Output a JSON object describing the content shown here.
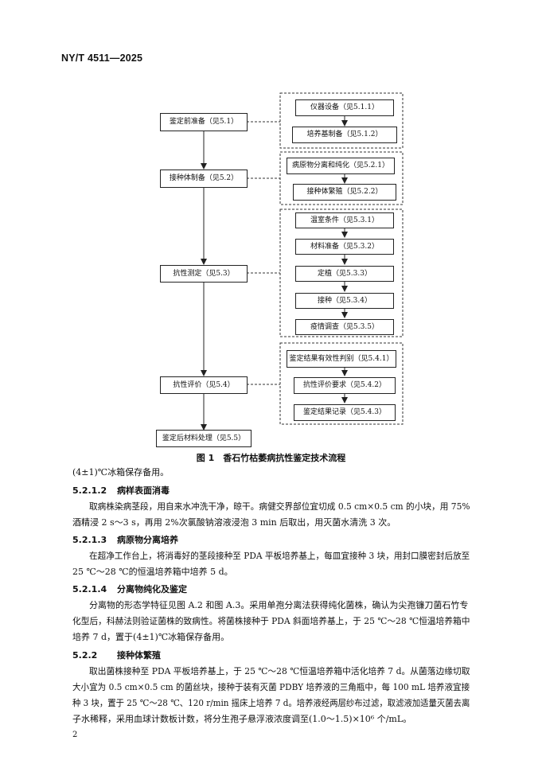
{
  "header": {
    "standard_code": "NY/T 4511—2025"
  },
  "flowchart": {
    "main_steps": [
      "鉴定前准备（见5.1）",
      "接种体制备（见5.2）",
      "抗性测定（见5.3）",
      "抗性评价（见5.4）",
      "鉴定后材料处理（见5.5）"
    ],
    "groups": [
      [
        "仪器设备（见5.1.1）",
        "培养基制备（见5.1.2）"
      ],
      [
        "病原物分离和纯化（见5.2.1）",
        "接种体繁殖（见5.2.2）"
      ],
      [
        "温室条件（见5.3.1）",
        "材料准备（见5.3.2）",
        "定植（见5.3.3）",
        "接种（见5.3.4）",
        "疫情调查（见5.3.5）"
      ],
      [
        "鉴定结果有效性判别（见5.4.1）",
        "抗性评价要求（见5.4.2）",
        "鉴定结果记录（见5.4.3）"
      ]
    ]
  },
  "caption": "图 1　香石竹枯萎病抗性鉴定技术流程",
  "body": {
    "cont_line": "(4±1)℃冰箱保存备用。",
    "s1": {
      "num": "5.2.1.2",
      "title": "病样表面消毒",
      "lines": [
        "取病株染病茎段，用自来水冲洗干净，晾干。病健交界部位宜切成 0.5 cm×0.5 cm 的小块，用 75%",
        "酒精浸 2 s～3 s，再用 2%次氯酸钠溶液浸泡 3 min 后取出，用灭菌水清洗 3 次。"
      ]
    },
    "s2": {
      "num": "5.2.1.3",
      "title": "病原物分离培养",
      "lines": [
        "在超净工作台上，将消毒好的茎段接种至 PDA 平板培养基上，每皿宜接种 3 块，用封口膜密封后放至",
        "25 ℃～28 ℃的恒温培养箱中培养 5 d。"
      ]
    },
    "s3": {
      "num": "5.2.1.4",
      "title": "分离物纯化及鉴定",
      "lines": [
        "分离物的形态学特征见图 A.2 和图 A.3。采用单孢分离法获得纯化菌株，确认为尖孢镰刀菌石竹专",
        "化型后，科赫法则验证菌株的致病性。将菌株接种于 PDA 斜面培养基上，于 25 ℃～28 ℃恒温培养箱中",
        "培养 7 d，置于(4±1)℃冰箱保存备用。"
      ]
    },
    "s4": {
      "num": "5.2.2",
      "title": "接种体繁殖",
      "lines": [
        "取出菌株接种至 PDA 平板培养基上，于 25 ℃～28 ℃恒温培养箱中活化培养 7 d。从菌落边缘切取",
        "大小宜为 0.5 cm×0.5 cm 的菌丝块，接种于装有灭菌 PDBY 培养液的三角瓶中，每 100 mL 培养液宜接",
        "种 3 块，置于 25 ℃～28 ℃、120 r/min 摇床上培养 7 d。培养液经两层纱布过滤，取滤液加适量灭菌去离",
        "子水稀释，采用血球计数板计数，将分生孢子悬浮液浓度调至(1.0～1.5)×10⁶ 个/mL。"
      ]
    }
  },
  "page_number": "2"
}
